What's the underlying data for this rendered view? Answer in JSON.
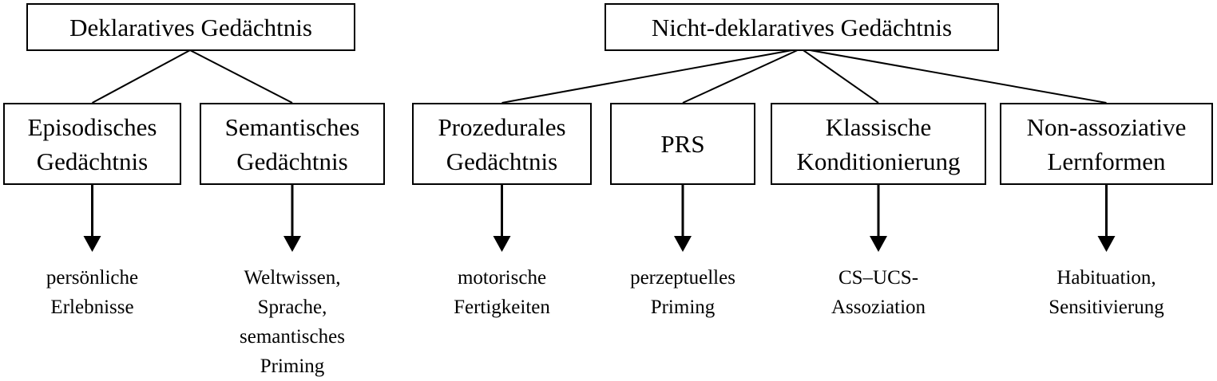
{
  "roots": [
    {
      "id": "declarative",
      "label": "Deklaratives Gedächtnis"
    },
    {
      "id": "nondeclarative",
      "label": "Nicht-deklaratives Gedächtnis"
    }
  ],
  "categories": [
    {
      "id": "episodic",
      "parent": "declarative",
      "lines": [
        "Episodisches",
        "Gedächtnis"
      ],
      "outcome": [
        "persönliche",
        "Erlebnisse"
      ]
    },
    {
      "id": "semantic",
      "parent": "declarative",
      "lines": [
        "Semantisches",
        "Gedächtnis"
      ],
      "outcome": [
        "Weltwissen,",
        "Sprache,",
        "semantisches",
        "Priming"
      ]
    },
    {
      "id": "procedural",
      "parent": "nondeclarative",
      "lines": [
        "Prozedurales",
        "Gedächtnis"
      ],
      "outcome": [
        "motorische",
        "Fertigkeiten"
      ]
    },
    {
      "id": "prs",
      "parent": "nondeclarative",
      "lines": [
        "PRS"
      ],
      "outcome": [
        "perzeptuelles",
        "Priming"
      ]
    },
    {
      "id": "classical",
      "parent": "nondeclarative",
      "lines": [
        "Klassische",
        "Konditionierung"
      ],
      "outcome": [
        "CS–UCS-",
        "Assoziation"
      ]
    },
    {
      "id": "nonassoc",
      "parent": "nondeclarative",
      "lines": [
        "Non-assoziative",
        "Lernformen"
      ],
      "outcome": [
        "Habituation,",
        "Sensitivierung"
      ]
    }
  ]
}
